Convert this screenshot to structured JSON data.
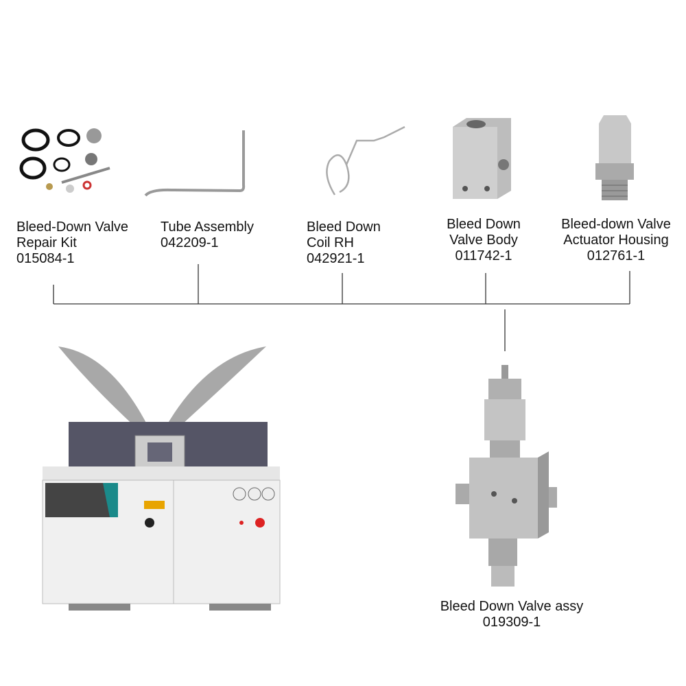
{
  "parts": [
    {
      "name": "Bleed-Down Valve",
      "name2": "Repair Kit",
      "number": "015084-1"
    },
    {
      "name": "Tube Assembly",
      "number": "042209-1"
    },
    {
      "name": "Bleed Down",
      "name2": "Coil RH",
      "number": "042921-1"
    },
    {
      "name": "Bleed Down",
      "name2": "Valve Body",
      "number": "011742-1"
    },
    {
      "name": "Bleed-down Valve",
      "name2": "Actuator Housing",
      "number": "012761-1"
    }
  ],
  "assembly": {
    "name": "Bleed Down Valve assy",
    "number": "019309-1"
  }
}
